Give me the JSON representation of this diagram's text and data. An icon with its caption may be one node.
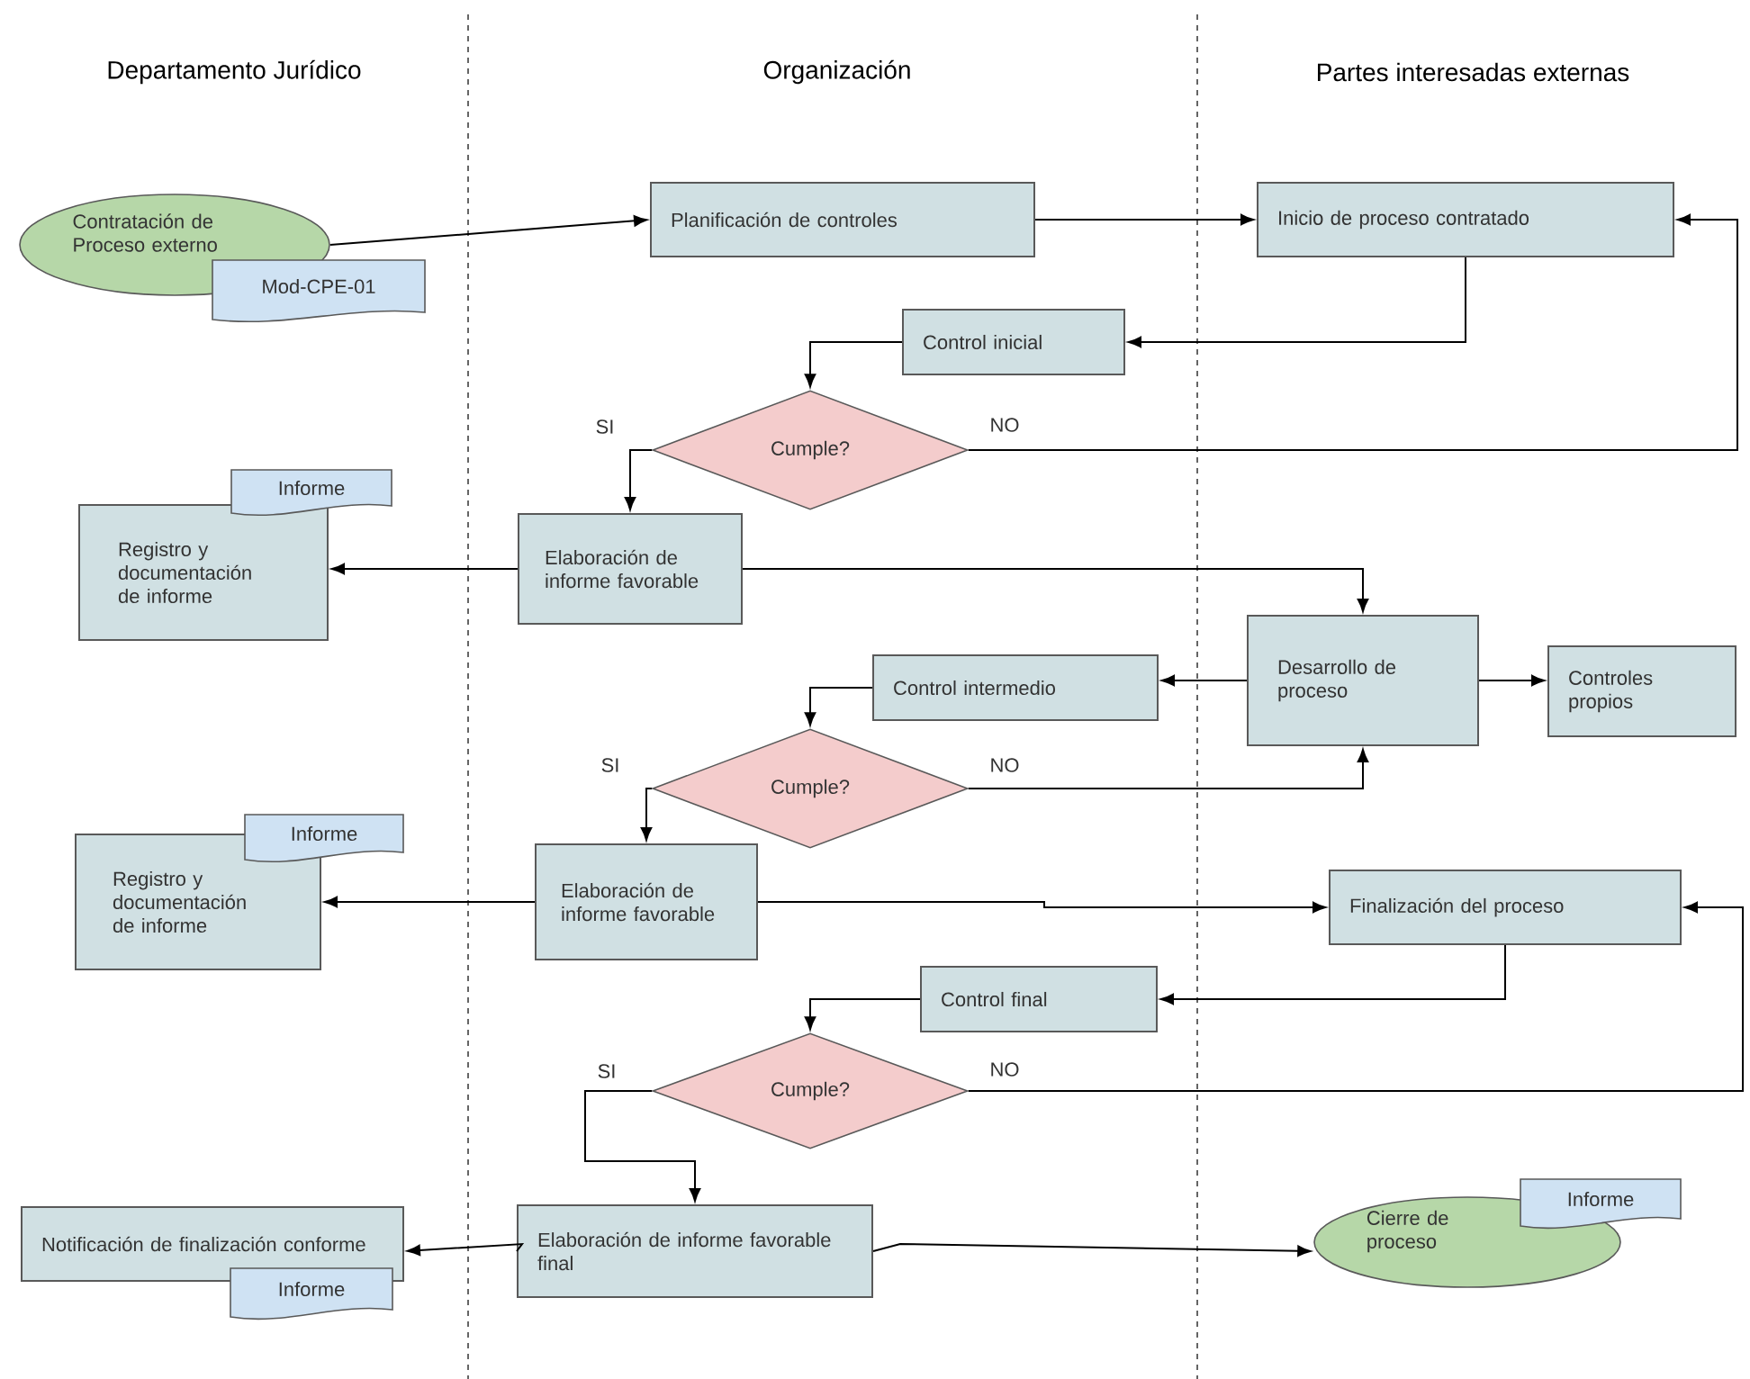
{
  "diagram": {
    "nodes": [
      {
        "text": [
          "Contratación de Proceso externo"
        ]
      },
      {
        "text": [
          "Mod-CPE-01"
        ]
      },
      {
        "text": [
          "Planificación de controles"
        ]
      },
      {
        "text": [
          "Inicio de proceso contratado"
        ]
      },
      {
        "text": [
          "Control inicial"
        ]
      },
      {
        "text": [
          "Cumple?"
        ]
      },
      {
        "text": [
          "Informe"
        ]
      },
      {
        "text": [
          "Registro y documentación de informe"
        ]
      },
      {
        "text": [
          "Elaboración de informe favorable"
        ]
      },
      {
        "text": [
          "Desarrollo de proceso"
        ]
      },
      {
        "text": [
          "Control intermedio"
        ]
      },
      {
        "text": [
          "Controles propios"
        ]
      },
      {
        "text": [
          "Cumple?"
        ]
      },
      {
        "text": [
          "Informe"
        ]
      },
      {
        "text": [
          "Registro y documentación de informe"
        ]
      },
      {
        "text": [
          "Elaboración de informe favorable"
        ]
      },
      {
        "text": [
          "Finalización del proceso"
        ]
      },
      {
        "text": [
          "Control final"
        ]
      },
      {
        "text": [
          "Cumple?"
        ]
      },
      {
        "text": [
          "Elaboración de informe favorable final"
        ]
      },
      {
        "text": [
          "Cierre de proceso"
        ]
      },
      {
        "text": [
          "Informe"
        ]
      },
      {
        "text": [
          "Notificación de finalización conforme"
        ]
      },
      {
        "text": [
          "Informe"
        ]
      }
    ],
    "edges": [
      {
        "from": 0,
        "to": 2,
        "arrow": "to"
      },
      {
        "from": 2,
        "to": 3,
        "arrow": "to"
      },
      {
        "from": 3,
        "to": 4,
        "arrow": "to"
      },
      {
        "from": 4,
        "to": 5,
        "arrow": "to"
      },
      {
        "from": 5,
        "to": 8,
        "arrow": "to",
        "label": "SI"
      },
      {
        "from": 5,
        "to": 3,
        "arrow": "to",
        "label": "NO"
      },
      {
        "from": 8,
        "to": 7,
        "arrow": "to"
      },
      {
        "from": 8,
        "to": 9,
        "arrow": "to"
      },
      {
        "from": 9,
        "to": 10,
        "arrow": "to"
      },
      {
        "from": 9,
        "to": 11,
        "arrow": "to"
      },
      {
        "from": 10,
        "to": 12,
        "arrow": "to"
      },
      {
        "from": 12,
        "to": 15,
        "arrow": "to",
        "label": "SI"
      },
      {
        "from": 12,
        "to": 9,
        "arrow": "to",
        "label": "NO"
      },
      {
        "from": 15,
        "to": 14,
        "arrow": "to"
      },
      {
        "from": 15,
        "to": 16,
        "arrow": "to"
      },
      {
        "from": 16,
        "to": 17,
        "arrow": "to"
      },
      {
        "from": 17,
        "to": 18,
        "arrow": "to"
      },
      {
        "from": 18,
        "to": 19,
        "arrow": "to",
        "label": "SI"
      },
      {
        "from": 18,
        "to": 16,
        "arrow": "to",
        "label": "NO"
      },
      {
        "from": 19,
        "to": 22,
        "arrow": "to"
      },
      {
        "from": 19,
        "to": 20,
        "arrow": "to"
      }
    ],
    "labels": [
      "Departamento Jurídico",
      "Organización",
      "Partes interesadas externas"
    ]
  }
}
